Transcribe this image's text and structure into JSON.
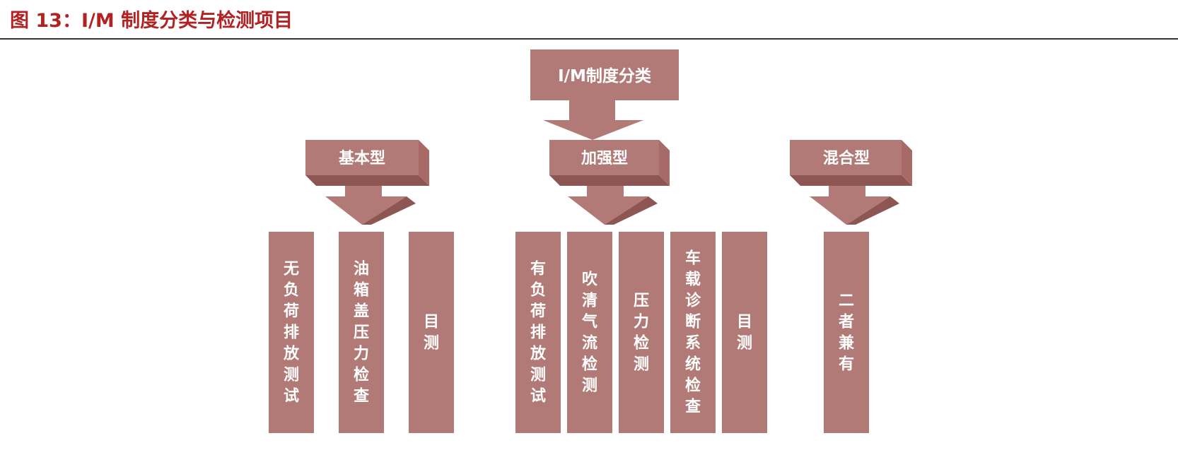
{
  "title": "图 13：I/M 制度分类与检测项目",
  "colors": {
    "title": "#b22222",
    "box": "#b27a76",
    "box_side": "#a86a66",
    "box_bottom": "#8e5652",
    "text": "#ffffff"
  },
  "root": {
    "label": "I/M制度分类"
  },
  "categories": [
    {
      "label": "基本型",
      "items": [
        "无负荷排放测试",
        "油箱盖压力检查",
        "目测"
      ]
    },
    {
      "label": "加强型",
      "items": [
        "有负荷排放测试",
        "吹清气流检测",
        "压力检测",
        "车载诊断系统检查",
        "目测"
      ]
    },
    {
      "label": "混合型",
      "items": [
        "二者兼有"
      ]
    }
  ]
}
